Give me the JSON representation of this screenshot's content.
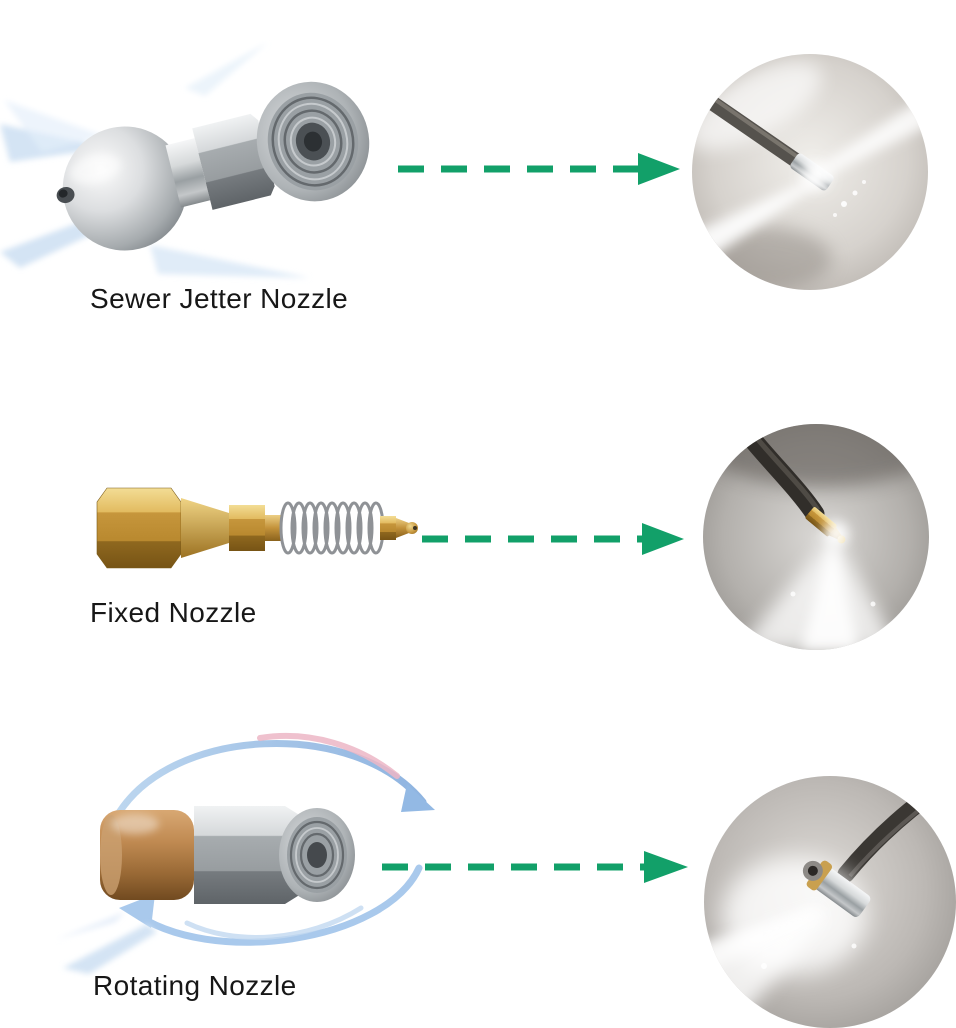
{
  "palette": {
    "background": "#ffffff",
    "arrow_green": "#12a069",
    "spray_blue": "#c7dcf2",
    "steel_gray": "#aeb3b6",
    "brass_gold": "#c6963c",
    "copper_bronze": "#b27c44",
    "label_text": "#171717"
  },
  "rows": [
    {
      "label": "Sewer Jetter Nozzle"
    },
    {
      "label": "Fixed Nozzle"
    },
    {
      "label": "Rotating Nozzle"
    }
  ]
}
